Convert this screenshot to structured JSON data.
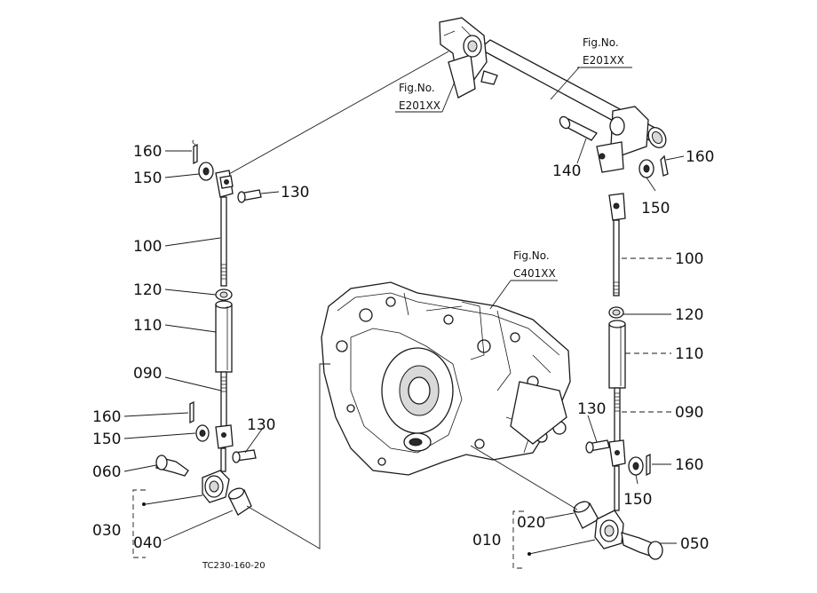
{
  "figure_code": "TC230-160-20",
  "references": [
    {
      "id": "ref-top-right",
      "line1": "Fig.No.",
      "line2": "E201XX"
    },
    {
      "id": "ref-top-left",
      "line1": "Fig.No.",
      "line2": "E201XX"
    },
    {
      "id": "ref-housing",
      "line1": "Fig.No.",
      "line2": "C401XX"
    }
  ],
  "left_labels": {
    "p160a": "160",
    "p150a": "150",
    "p130a": "130",
    "p100": "100",
    "p120": "120",
    "p110": "110",
    "p090": "090",
    "p160b": "160",
    "p150b": "150",
    "p130b": "130",
    "p060": "060",
    "p030": "030",
    "p040": "040"
  },
  "right_labels": {
    "p140": "140",
    "p160a": "160",
    "p150a": "150",
    "p100": "100",
    "p120": "120",
    "p110": "110",
    "p130": "130",
    "p090": "090",
    "p160b": "160",
    "p150b": "150",
    "p020": "020",
    "p010": "010",
    "p050": "050"
  }
}
